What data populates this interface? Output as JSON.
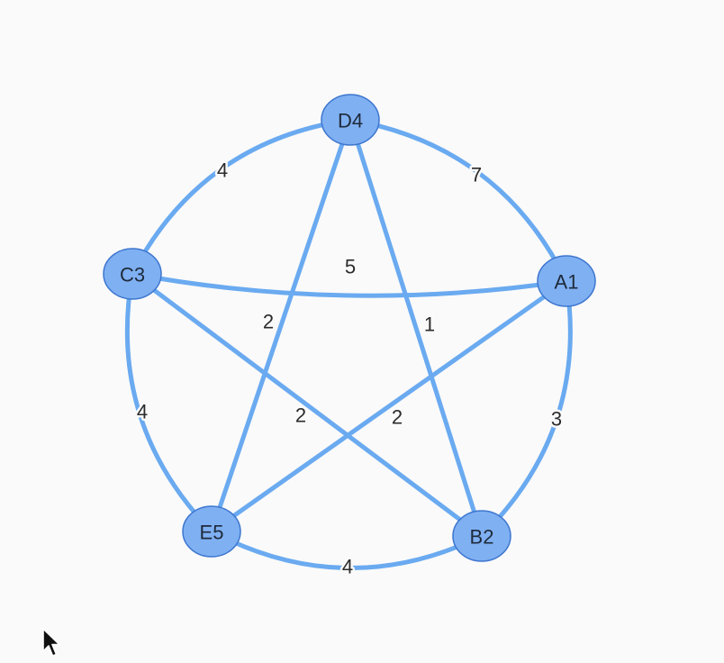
{
  "graph": {
    "colors": {
      "edge": "#6aaaf0",
      "node_fill": "#7fb0f2",
      "node_stroke": "#3d76cf",
      "label_text": "#2b2b2b",
      "background": "#fafafa"
    },
    "nodes": [
      {
        "id": "A1",
        "label": "A1"
      },
      {
        "id": "B2",
        "label": "B2"
      },
      {
        "id": "C3",
        "label": "C3"
      },
      {
        "id": "D4",
        "label": "D4"
      },
      {
        "id": "E5",
        "label": "E5"
      }
    ],
    "edges": [
      {
        "from": "D4",
        "to": "A1",
        "weight": "7"
      },
      {
        "from": "D4",
        "to": "C3",
        "weight": "4"
      },
      {
        "from": "C3",
        "to": "A1",
        "weight": "5"
      },
      {
        "from": "D4",
        "to": "E5",
        "weight": "2"
      },
      {
        "from": "D4",
        "to": "B2",
        "weight": "1"
      },
      {
        "from": "C3",
        "to": "E5",
        "weight": "4"
      },
      {
        "from": "C3",
        "to": "B2",
        "weight": "2"
      },
      {
        "from": "A1",
        "to": "E5",
        "weight": "2"
      },
      {
        "from": "A1",
        "to": "B2",
        "weight": "3"
      },
      {
        "from": "E5",
        "to": "B2",
        "weight": "4"
      }
    ]
  },
  "cursor": {
    "icon": "arrow-pointer-icon"
  }
}
